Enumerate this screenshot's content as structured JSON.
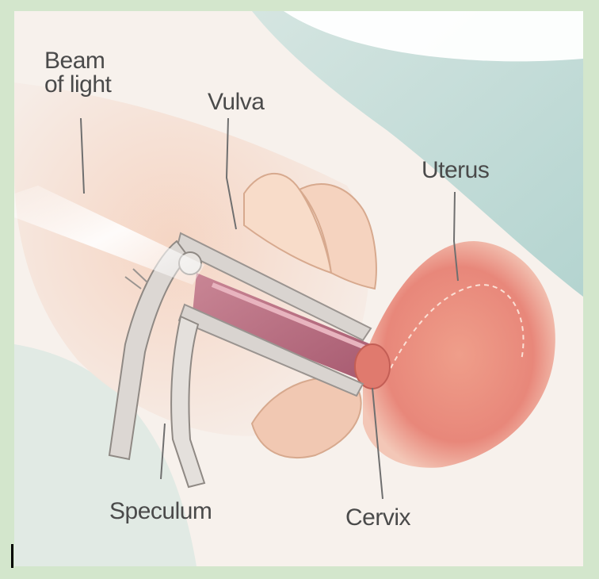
{
  "labels": {
    "beam": "Beam\nof light",
    "vulva": "Vulva",
    "uterus": "Uterus",
    "speculum": "Speculum",
    "cervix": "Cervix"
  },
  "colors": {
    "border": "#d3e6cc",
    "background": "#f6f2ee",
    "tissue": "#f2c9b4",
    "uterus": "#e98d7c",
    "speculum": "#c9c3bf",
    "teal_tint": "#b7d7d3"
  }
}
